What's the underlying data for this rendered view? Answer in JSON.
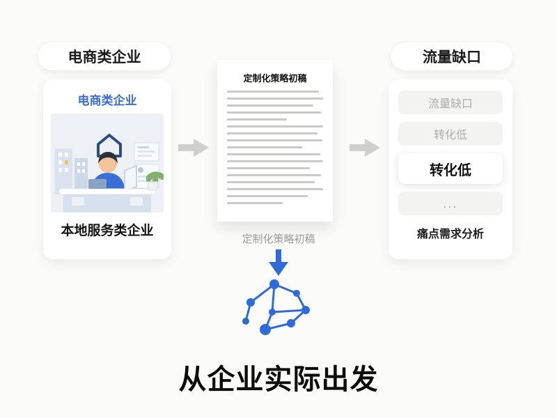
{
  "page": {
    "background": "#fbfbf9",
    "accent_blue": "#2e6bd8",
    "arrow_gray": "#cfcfcd",
    "bottom_title": "从企业实际出发"
  },
  "left_flow": {
    "pill_label": "电商类企业",
    "card_title": "电商类企业",
    "card_caption": "本地服务类企业",
    "illustration": "office-worker-at-desk-illustration"
  },
  "center_flow": {
    "doc_title": "定制化策略初稿",
    "doc_caption": "定制化策略初稿"
  },
  "right_flow": {
    "pill_label": "流量缺口",
    "items": [
      {
        "label": "流量缺口",
        "emphasis": false
      },
      {
        "label": "转化低",
        "emphasis": false
      },
      {
        "label": "转化低",
        "emphasis": true
      },
      {
        "label": "...",
        "emphasis": false
      }
    ],
    "caption": "痛点需求分析"
  },
  "icons": {
    "flow_arrow_right": "arrow-right",
    "flow_arrow_down": "arrow-down",
    "network_graph": "node-network-graph"
  }
}
